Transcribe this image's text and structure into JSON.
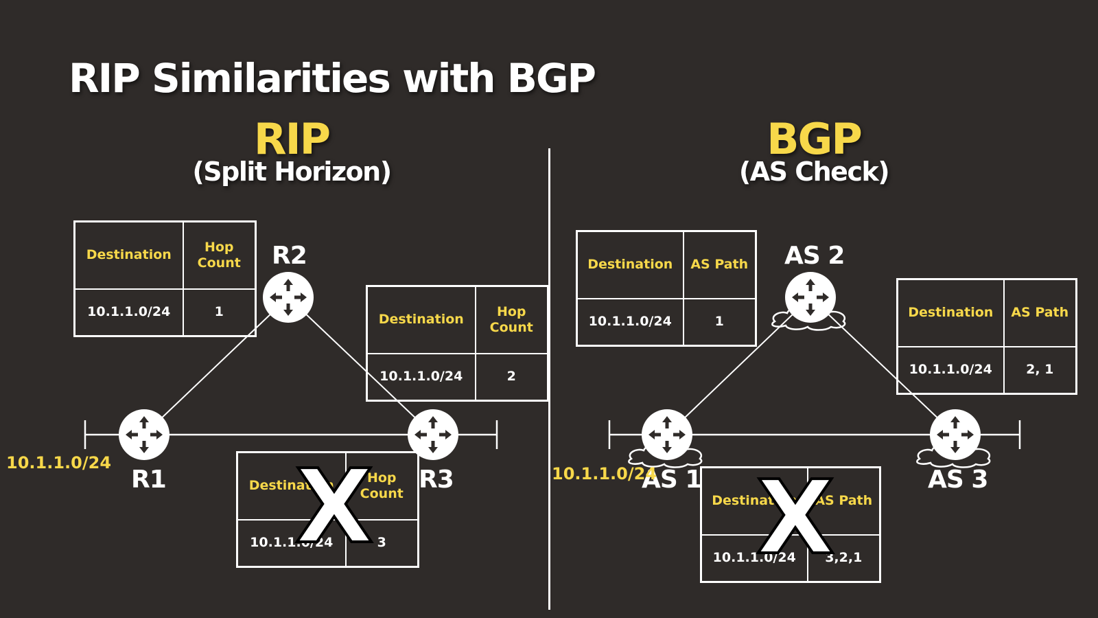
{
  "title": "RIP Similarities with BGP",
  "rip": {
    "title": "RIP",
    "subtitle": "(Split Horizon)",
    "network": "10.1.1.0/24",
    "routers": {
      "r1": "R1",
      "r2": "R2",
      "r3": "R3"
    },
    "tables": {
      "r2": {
        "col1": "Destination",
        "col2": "Hop Count",
        "dest": "10.1.1.0/24",
        "val": "1"
      },
      "r3": {
        "col1": "Destination",
        "col2": "Hop Count",
        "dest": "10.1.1.0/24",
        "val": "2"
      },
      "rejected": {
        "col1": "Destination",
        "col2": "Hop Count",
        "dest": "10.1.1.0/24",
        "val": "3"
      }
    },
    "reject_mark": "X"
  },
  "bgp": {
    "title": "BGP",
    "subtitle": "(AS Check)",
    "network": "10.1.1.0/24",
    "routers": {
      "as1": "AS 1",
      "as2": "AS 2",
      "as3": "AS 3"
    },
    "tables": {
      "as2": {
        "col1": "Destination",
        "col2": "AS Path",
        "dest": "10.1.1.0/24",
        "val": "1"
      },
      "as3": {
        "col1": "Destination",
        "col2": "AS Path",
        "dest": "10.1.1.0/24",
        "val": "2, 1"
      },
      "rejected": {
        "col1": "Destination",
        "col2": "AS Path",
        "dest": "10.1.1.0/24",
        "val": "3,2,1"
      }
    },
    "reject_mark": "X"
  },
  "colors": {
    "background": "#2f2b29",
    "accent": "#f7d84a",
    "foreground": "#ffffff"
  }
}
